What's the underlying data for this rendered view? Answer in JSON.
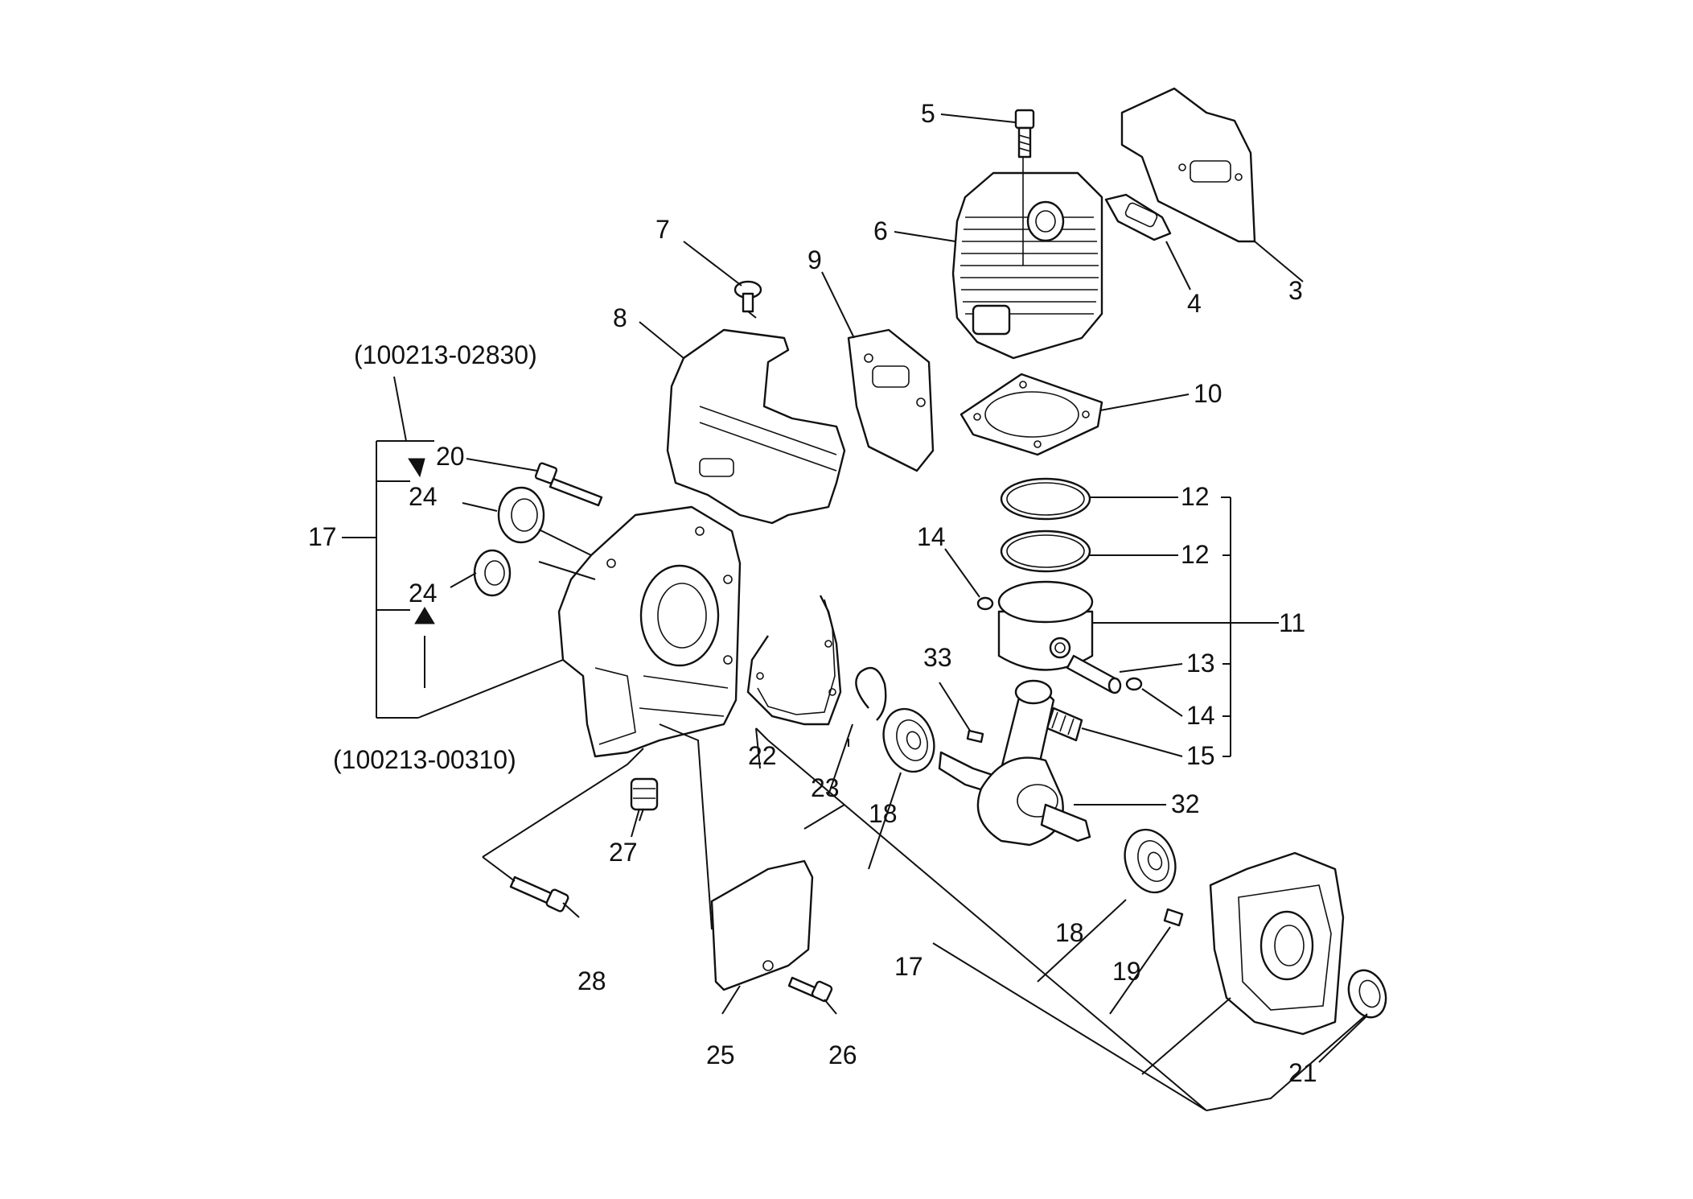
{
  "callouts": {
    "p3": "3",
    "p4": "4",
    "p5": "5",
    "p6": "6",
    "p7": "7",
    "p8": "8",
    "p9": "9",
    "p10": "10",
    "p11": "11",
    "p12a": "12",
    "p12b": "12",
    "p13": "13",
    "p14a": "14",
    "p14b": "14",
    "p15": "15",
    "p17a": "17",
    "p17b": "17",
    "p18a": "18",
    "p18b": "18",
    "p19": "19",
    "p20": "20",
    "p21": "21",
    "p22": "22",
    "p23": "23",
    "p24a": "24",
    "p24b": "24",
    "p25": "25",
    "p26": "26",
    "p27": "27",
    "p28": "28",
    "p32": "32",
    "p33": "33"
  },
  "part_numbers": {
    "upper": "(100213-02830)",
    "lower": "(100213-00310)"
  }
}
